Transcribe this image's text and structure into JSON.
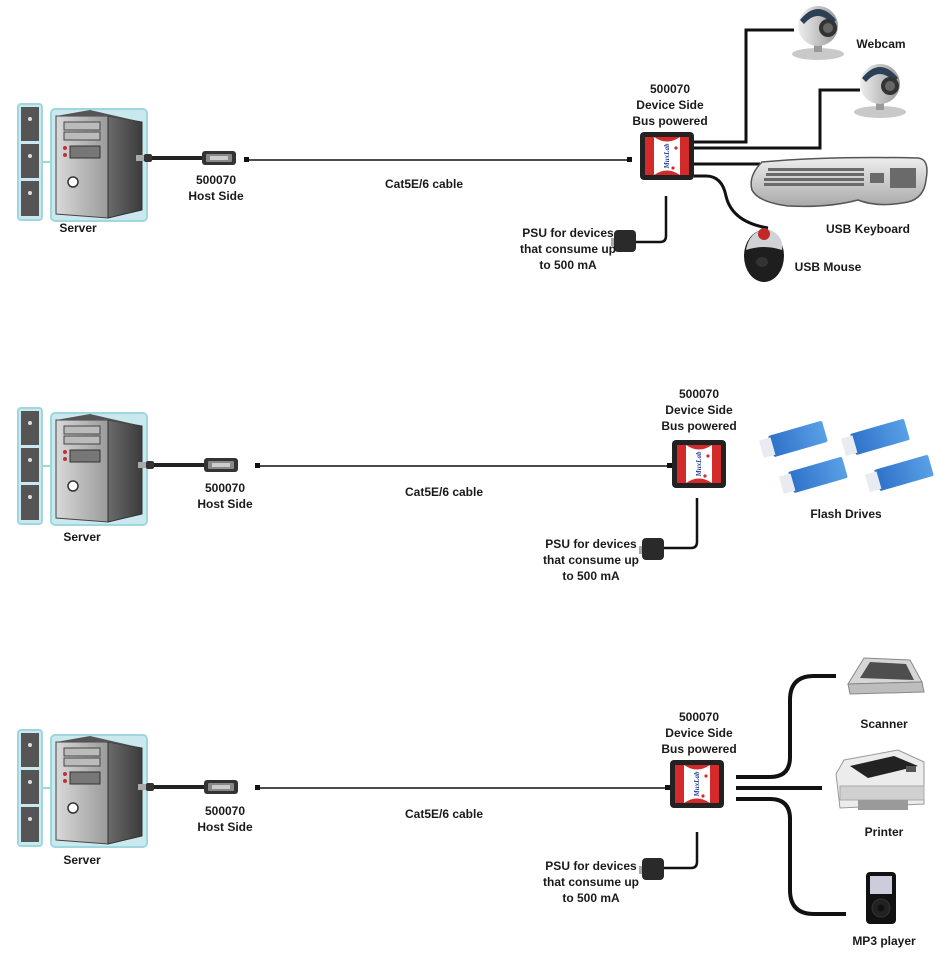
{
  "diagrams": [
    {
      "server_label": "Server",
      "host_label": [
        "500070",
        "Host Side"
      ],
      "cable_label": "Cat5E/6 cable",
      "device_label": [
        "500070",
        "Device Side",
        "Bus powered"
      ],
      "psu_label": [
        "PSU for devices",
        "that consume up",
        "to 500 mA"
      ],
      "peripherals": [
        {
          "name": "webcam",
          "label": "Webcam"
        },
        {
          "name": "usb-keyboard",
          "label": "USB Keyboard"
        },
        {
          "name": "usb-mouse",
          "label": "USB Mouse"
        }
      ]
    },
    {
      "server_label": "Server",
      "host_label": [
        "500070",
        "Host Side"
      ],
      "cable_label": "Cat5E/6 cable",
      "device_label": [
        "500070",
        "Device Side",
        "Bus powered"
      ],
      "psu_label": [
        "PSU for devices",
        "that consume up",
        "to 500 mA"
      ],
      "peripherals": [
        {
          "name": "flash-drives",
          "label": "Flash Drives"
        }
      ]
    },
    {
      "server_label": "Server",
      "host_label": [
        "500070",
        "Host Side"
      ],
      "cable_label": "Cat5E/6 cable",
      "device_label": [
        "500070",
        "Device Side",
        "Bus powered"
      ],
      "psu_label": [
        "PSU for devices",
        "that consume up",
        "to 500 mA"
      ],
      "peripherals": [
        {
          "name": "scanner",
          "label": "Scanner"
        },
        {
          "name": "printer",
          "label": "Printer"
        },
        {
          "name": "mp3-player",
          "label": "MP3 player"
        }
      ]
    }
  ],
  "device_brand": "MuxLab",
  "colors": {
    "device_red": "#d42a2a",
    "cable": "#111111",
    "server_frame": "#9fd6e0",
    "flash_blue": "#3f86d6"
  }
}
